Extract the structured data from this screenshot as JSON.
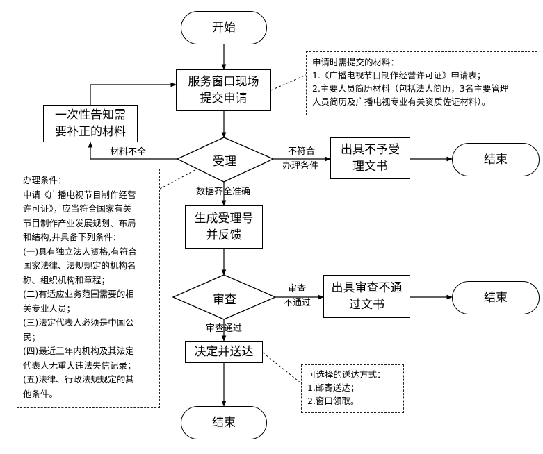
{
  "nodes": {
    "start": "开始",
    "submit": [
      "服务窗口现场",
      "提交申请"
    ],
    "supplement": [
      "一次性告知需",
      "要补正的材料"
    ],
    "accept": "受理",
    "reject_doc": [
      "出具不予受",
      "理文书"
    ],
    "end_top": "结束",
    "gen_number": [
      "生成受理号",
      "并反馈"
    ],
    "review": "审查",
    "review_fail_doc": [
      "出具审查不通",
      "过文书"
    ],
    "end_mid": "结束",
    "decide": "决定并送达",
    "end_bottom": "结束"
  },
  "edge_labels": {
    "incomplete": "材料不全",
    "not_meet_1": "不符合",
    "not_meet_2": "办理条件",
    "complete": "数据齐全准确",
    "review_fail_1": "审查",
    "review_fail_2": "不通过",
    "review_pass": "审查通过"
  },
  "notes": {
    "materials": [
      "申请时需提交的材料：",
      "1.《广播电视节目制作经营许可证》申请表；",
      "2.主要人员简历材料（包括法人简历，3名主要管理",
      "人员简历及广播电视专业有关资质佐证材料）。"
    ],
    "conditions": [
      "办理条件：",
      "申请《广播电视节目制作经营",
      "许可证》，应当符合国家有关",
      "节目制作产业发展规划、布局",
      "和结构,并具备下列条件：",
      "(一)具有独立法人资格,有符合",
      "国家法律、法规规定的机构名",
      "称、组织机构和章程；",
      "(二)有适应业务范围需要的相",
      "关专业人员；",
      "(三)法定代表人必须是中国公",
      "民；",
      "(四)最近三年内机构及其法定",
      "代表人无重大违法失信记录；",
      "(五)法律、行政法规规定的其",
      "他条件。"
    ],
    "delivery": [
      "可选择的送达方式：",
      "1.邮寄送达；",
      "2.窗口领取。"
    ]
  }
}
